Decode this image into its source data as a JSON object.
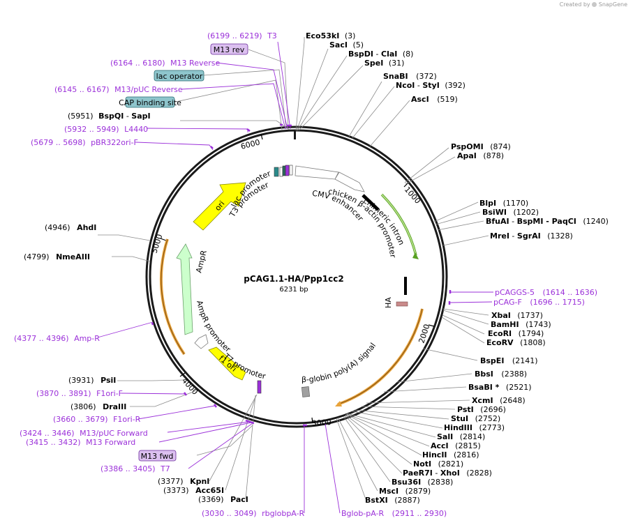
{
  "credit": {
    "prefix": "Created by",
    "brand": "SnapGene"
  },
  "plasmid": {
    "name": "pCAG1.1-HA/Ppp1cc2",
    "length": "6231 bp",
    "total_bp": 6231
  },
  "ticks": [
    "1000",
    "2000",
    "3000",
    "4000",
    "5000",
    "6000"
  ],
  "features": [
    {
      "name": "CMV enhancer",
      "start": 30,
      "end": 410,
      "type": "enhancer",
      "color": "#ffffff"
    },
    {
      "name": "chicken β-actin promoter",
      "start": 411,
      "end": 688,
      "type": "promoter",
      "color": "#ffffff"
    },
    {
      "name": "chimeric intron",
      "start": 689,
      "end": 1706,
      "type": "intron",
      "color": "#b6e08a"
    },
    {
      "name": "HA",
      "start": 1724,
      "end": 1750,
      "type": "tag",
      "color": "#c98a8a"
    },
    {
      "name": "β-globin poly(A) signal",
      "start": 3000,
      "end": 3060,
      "type": "polyA",
      "color": "#a0a0a0"
    },
    {
      "name": "T7 promoter",
      "start": 3398,
      "end": 3416,
      "type": "promoter",
      "color": "#ffffff"
    },
    {
      "name": "f1 ori",
      "start": 3541,
      "end": 3996,
      "type": "ori",
      "color": "#ffff00"
    },
    {
      "name": "AmpR promoter",
      "start": 4022,
      "end": 4126,
      "type": "promoter",
      "color": "#ffffff"
    },
    {
      "name": "AmpR",
      "start": 4127,
      "end": 4987,
      "type": "cds",
      "color": "#ccffcc"
    },
    {
      "name": "ori",
      "start": 5158,
      "end": 5746,
      "type": "ori",
      "color": "#ffff00"
    },
    {
      "name": "lac promoter",
      "start": 6020,
      "end": 6050,
      "type": "promoter",
      "color": "#ffffff"
    },
    {
      "name": "T3 promoter",
      "start": 6080,
      "end": 6100,
      "type": "promoter",
      "color": "#ffffff"
    }
  ],
  "inner_labels": {
    "cmv": "CMV enhancer",
    "cba": "chicken β-actin promoter",
    "intron": "chimeric intron",
    "ha": "HA",
    "polya": "β-globin poly(A) signal",
    "t7": "T7 promoter",
    "f1": "f1 ori",
    "amppro": "AmpR promoter",
    "ampr": "AmpR",
    "ori": "ori",
    "lac": "lac promoter",
    "t3": "T3 promoter"
  },
  "sites_right": [
    {
      "name": "Eco53kI",
      "pos": "(3)"
    },
    {
      "name": "SacI",
      "pos": "(5)"
    },
    {
      "name": "BspDI",
      "extra": "ClaI",
      "pos": "(8)"
    },
    {
      "name": "SpeI",
      "pos": "(31)"
    },
    {
      "name": "SnaBI",
      "pos": "(372)"
    },
    {
      "name": "NcoI",
      "extra": "StyI",
      "pos": "(392)"
    },
    {
      "name": "AscI",
      "pos": "(519)"
    },
    {
      "name": "PspOMI",
      "pos": "(874)"
    },
    {
      "name": "ApaI",
      "pos": "(878)"
    },
    {
      "name": "BlpI",
      "pos": "(1170)"
    },
    {
      "name": "BsiWI",
      "pos": "(1202)"
    },
    {
      "name": "BfuAI",
      "extra": "BspMI - PaqCI",
      "pos": "(1240)"
    },
    {
      "name": "MreI",
      "extra": "SgrAI",
      "pos": "(1328)"
    },
    {
      "name": "XbaI",
      "pos": "(1737)"
    },
    {
      "name": "BamHI",
      "pos": "(1743)"
    },
    {
      "name": "EcoRI",
      "pos": "(1794)"
    },
    {
      "name": "EcoRV",
      "pos": "(1808)"
    },
    {
      "name": "BspEI",
      "pos": "(2141)"
    },
    {
      "name": "BbsI",
      "pos": "(2388)"
    },
    {
      "name": "BsaBI *",
      "pos": "(2521)"
    },
    {
      "name": "XcmI",
      "pos": "(2648)"
    },
    {
      "name": "PstI",
      "pos": "(2696)"
    },
    {
      "name": "StuI",
      "pos": "(2752)"
    },
    {
      "name": "HindIII",
      "pos": "(2773)"
    },
    {
      "name": "SalI",
      "pos": "(2814)"
    },
    {
      "name": "AccI",
      "pos": "(2815)"
    },
    {
      "name": "HincII",
      "pos": "(2816)"
    },
    {
      "name": "NotI",
      "pos": "(2821)"
    },
    {
      "name": "PaeR7I",
      "extra": "XhoI",
      "pos": "(2828)"
    },
    {
      "name": "Bsu36I",
      "pos": "(2838)"
    },
    {
      "name": "MscI",
      "pos": "(2879)"
    },
    {
      "name": "BstXI",
      "pos": "(2887)"
    }
  ],
  "sites_left": [
    {
      "name": "BspQI",
      "extra": "SapI",
      "pos": "(5951)"
    },
    {
      "name": "AhdI",
      "pos": "(4946)"
    },
    {
      "name": "NmeAIII",
      "pos": "(4799)"
    },
    {
      "name": "PsiI",
      "pos": "(3931)"
    },
    {
      "name": "DraIII",
      "pos": "(3806)"
    },
    {
      "name": "KpnI",
      "pos": "(3377)"
    },
    {
      "name": "Acc65I",
      "pos": "(3373)"
    },
    {
      "name": "PacI",
      "pos": "(3369)"
    }
  ],
  "primers": [
    {
      "range": "(6199 .. 6219)",
      "name": "T3"
    },
    {
      "range": "(6164 .. 6180)",
      "name": "M13 Reverse"
    },
    {
      "range": "(6145 .. 6167)",
      "name": "M13/pUC Reverse"
    },
    {
      "range": "(5932 .. 5949)",
      "name": "L4440"
    },
    {
      "range": "(5679 .. 5698)",
      "name": "pBR322ori-F"
    },
    {
      "range": "(4377 .. 4396)",
      "name": "Amp-R"
    },
    {
      "range": "(3870 .. 3891)",
      "name": "F1ori-F"
    },
    {
      "range": "(3660 .. 3679)",
      "name": "F1ori-R"
    },
    {
      "range": "(3424 .. 3446)",
      "name": "M13/pUC Forward"
    },
    {
      "range": "(3415 .. 3432)",
      "name": "M13 Forward"
    },
    {
      "range": "(3386 .. 3405)",
      "name": "T7"
    },
    {
      "range": "(3030 .. 3049)",
      "name": "rbglobpA-R"
    },
    {
      "name": "Bglob-pA-R",
      "range": "(2911 .. 2930)"
    },
    {
      "name": "pCAGGS-5",
      "range": "(1614 .. 1636)"
    },
    {
      "name": "pCAG-F",
      "range": "(1696 .. 1715)"
    }
  ],
  "boxes": {
    "m13rev": "M13 rev",
    "lacop": "lac operator",
    "cap": "CAP binding site",
    "m13fwd": "M13 fwd"
  }
}
